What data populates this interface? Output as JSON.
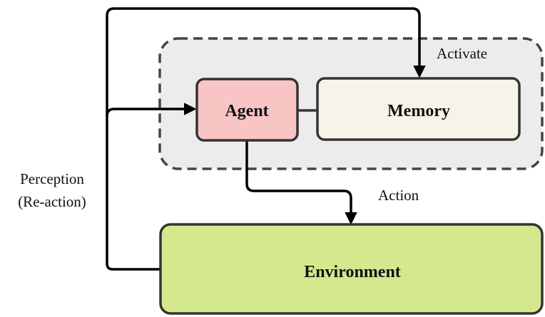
{
  "nodes": {
    "agent": {
      "label": "Agent",
      "fill": "#f9c4c4"
    },
    "memory": {
      "label": "Memory",
      "fill": "#f6f3e8"
    },
    "environment": {
      "label": "Environment",
      "fill": "#d4e98e"
    }
  },
  "group": {
    "fill": "#ececec",
    "stroke": "#444444"
  },
  "edges": {
    "activate": {
      "label": "Activate"
    },
    "action": {
      "label": "Action"
    },
    "perception": {
      "label_line1": "Perception",
      "label_line2": "(Re-action)"
    }
  },
  "colors": {
    "stroke": "#333333",
    "arrow": "#000000"
  }
}
